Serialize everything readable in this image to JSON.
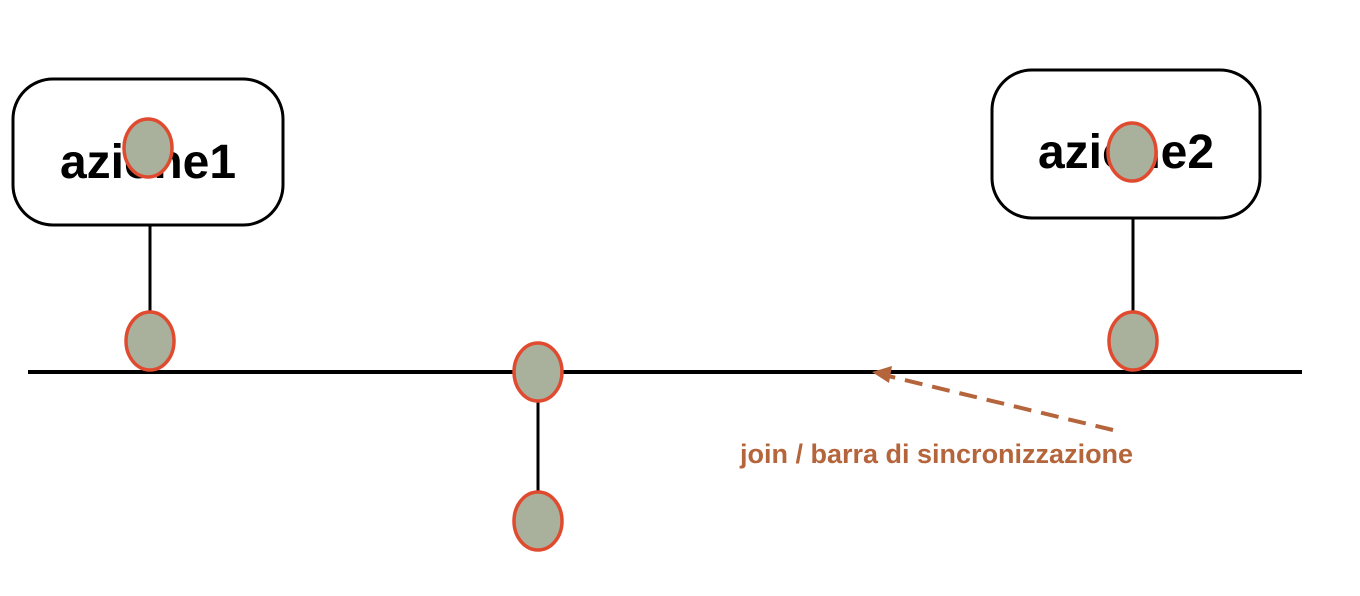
{
  "diagram": {
    "actions": [
      {
        "id": "action1",
        "label": "azione1"
      },
      {
        "id": "action2",
        "label": "azione2"
      }
    ],
    "annotation": {
      "label": "join / barra di sincronizzazione"
    }
  },
  "colors": {
    "line": "#000000",
    "node_fill": "#a9b09c",
    "node_stroke": "#e04b30",
    "annotation": "#b5653b",
    "box_fill": "#ffffff",
    "box_stroke": "#000000"
  }
}
